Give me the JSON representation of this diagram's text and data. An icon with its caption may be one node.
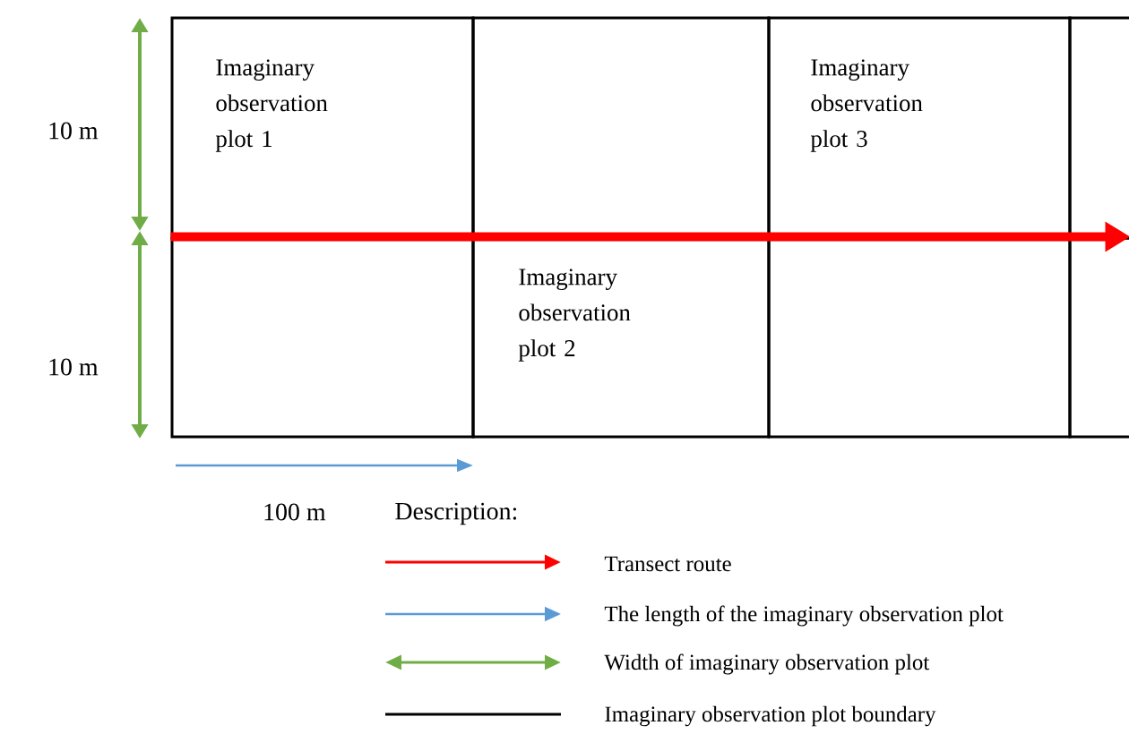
{
  "diagram": {
    "nodes": [
      {
        "text": [
          "Imaginary observation plot 1"
        ]
      },
      {
        "text": [],
        "shape": "box"
      },
      {
        "text": [
          "Imaginary observation plot 3"
        ]
      },
      {
        "text": [],
        "shape": "box"
      },
      {
        "text": [],
        "shape": "box"
      },
      {
        "text": [
          "Imaginary observation plot 2"
        ]
      },
      {
        "text": [],
        "shape": "box"
      },
      {
        "text": [],
        "shape": "box"
      }
    ],
    "edges": [
      {
        "from": 4,
        "to": 7,
        "arrow": "to"
      }
    ],
    "labels": [
      "10 m",
      "10 m",
      "100 m",
      "Description:"
    ],
    "legend": [
      {
        "text": "Transect route"
      },
      {
        "text": "The length of the imaginary observation plot"
      },
      {
        "text": "Width of imaginary observation plot"
      },
      {
        "text": "Imaginary observation plot boundary"
      }
    ]
  }
}
